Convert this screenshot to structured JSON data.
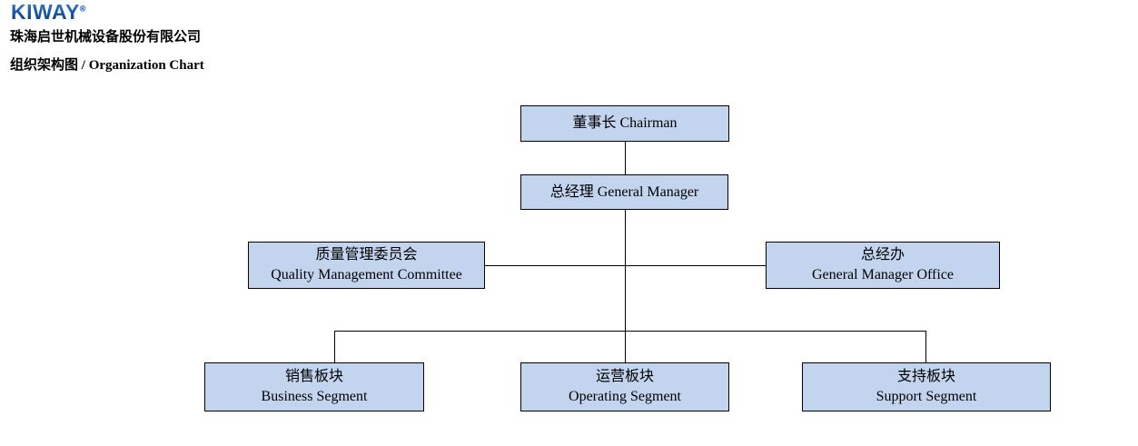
{
  "header": {
    "logo_text": "KIWAY",
    "logo_trademark": "®",
    "company_name": "珠海启世机械设备股份有限公司",
    "title_cn": "组织架构图",
    "title_separator": " / ",
    "title_en": "Organization Chart"
  },
  "colors": {
    "node_fill": "#c3d5ee",
    "node_border": "#000000",
    "logo_blue": "#1b5aa8",
    "connector": "#000000",
    "background": "#ffffff"
  },
  "chart": {
    "type": "org-chart",
    "nodes": [
      {
        "id": "chairman",
        "label_cn": "董事长",
        "label_en": "Chairman",
        "label_inline": "董事长 Chairman",
        "level": 1,
        "layout": "inline"
      },
      {
        "id": "general-manager",
        "label_cn": "总经理",
        "label_en": "General Manager",
        "label_inline": "总经理 General Manager",
        "level": 2,
        "layout": "inline"
      },
      {
        "id": "quality-management-committee",
        "label_cn": "质量管理委员会",
        "label_en": "Quality Management Committee",
        "level": 3,
        "layout": "stacked"
      },
      {
        "id": "general-manager-office",
        "label_cn": "总经办",
        "label_en": "General Manager Office",
        "level": 3,
        "layout": "stacked"
      },
      {
        "id": "business-segment",
        "label_cn": "销售板块",
        "label_en": "Business Segment",
        "level": 4,
        "layout": "stacked"
      },
      {
        "id": "operating-segment",
        "label_cn": "运营板块",
        "label_en": "Operating Segment",
        "level": 4,
        "layout": "stacked"
      },
      {
        "id": "support-segment",
        "label_cn": "支持板块",
        "label_en": "Support Segment",
        "level": 4,
        "layout": "stacked"
      }
    ],
    "edges": [
      {
        "from": "chairman",
        "to": "general-manager"
      },
      {
        "from": "general-manager",
        "to": "quality-management-committee"
      },
      {
        "from": "general-manager",
        "to": "general-manager-office"
      },
      {
        "from": "general-manager",
        "to": "business-segment"
      },
      {
        "from": "general-manager",
        "to": "operating-segment"
      },
      {
        "from": "general-manager",
        "to": "support-segment"
      }
    ]
  }
}
